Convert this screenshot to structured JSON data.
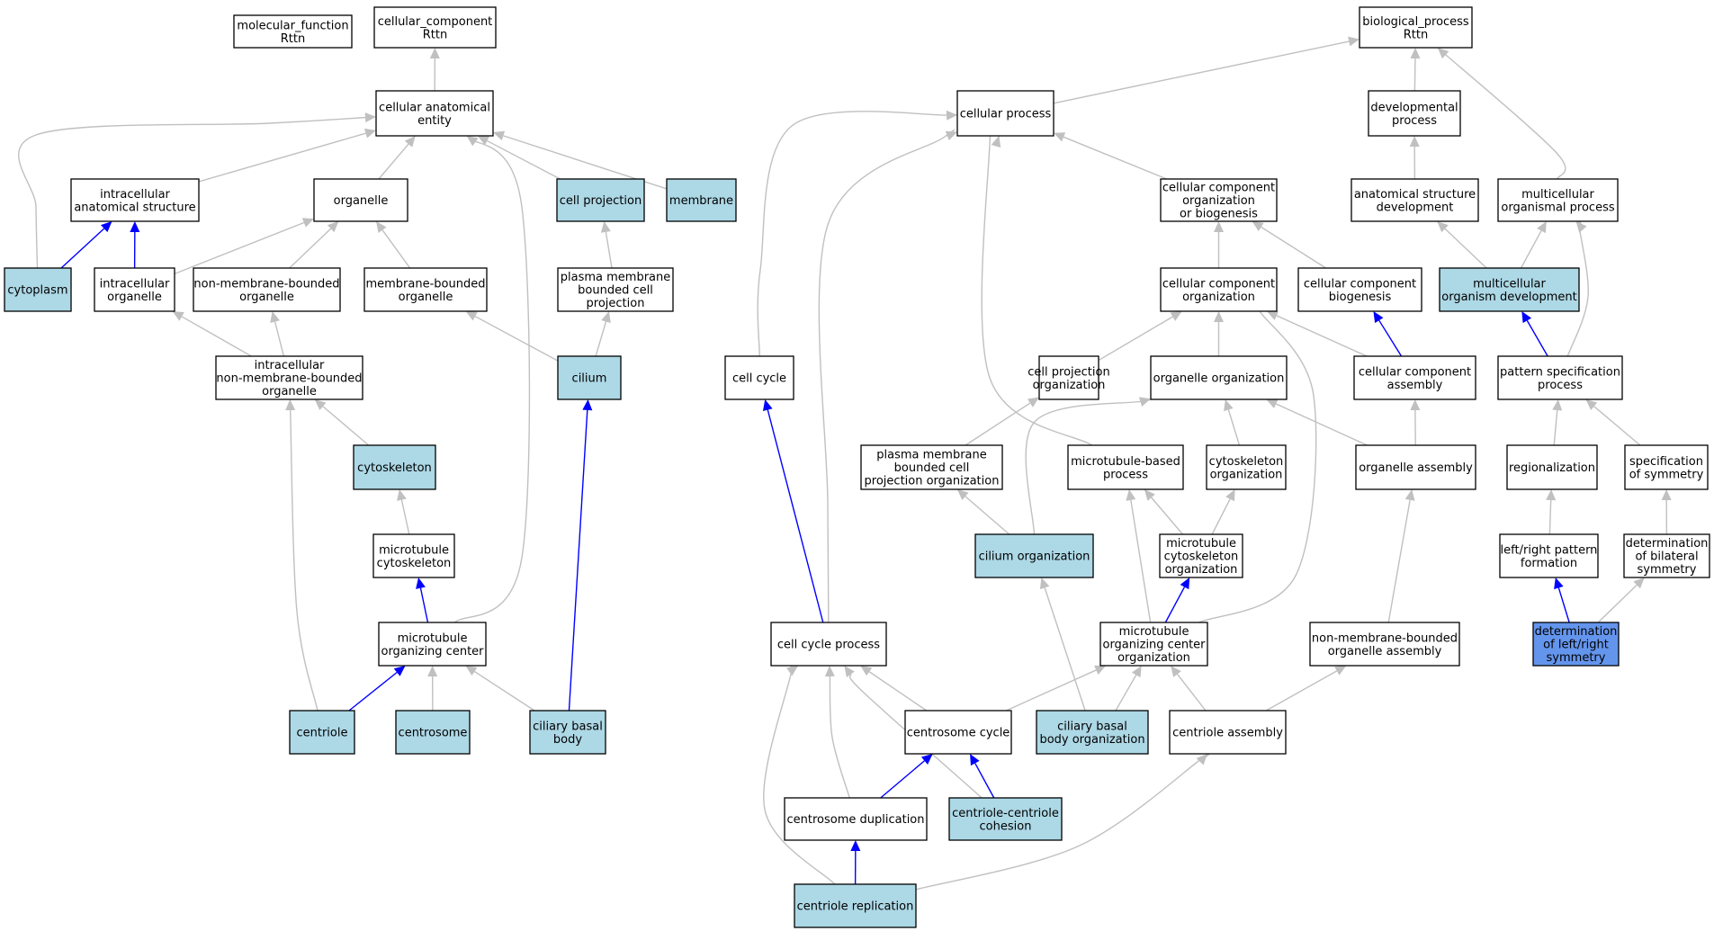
{
  "colors": {
    "white": "#ffffff",
    "light": "#add8e6",
    "query": "#6495ed",
    "is_a": "#c0c0c0",
    "part_of": "#0000ff"
  },
  "nodes": [
    {
      "id": "mf",
      "lines": [
        "molecular_function",
        "Rttn"
      ],
      "fill": "white"
    },
    {
      "id": "cc",
      "lines": [
        "cellular_component",
        "Rttn"
      ],
      "fill": "white"
    },
    {
      "id": "bp",
      "lines": [
        "biological_process",
        "Rttn"
      ],
      "fill": "white"
    },
    {
      "id": "cae",
      "lines": [
        "cellular anatomical",
        "entity"
      ],
      "fill": "white"
    },
    {
      "id": "cellproc",
      "lines": [
        "cellular process"
      ],
      "fill": "white"
    },
    {
      "id": "devproc",
      "lines": [
        "developmental",
        "process"
      ],
      "fill": "white"
    },
    {
      "id": "ias",
      "lines": [
        "intracellular",
        "anatomical structure"
      ],
      "fill": "white"
    },
    {
      "id": "organelle",
      "lines": [
        "organelle"
      ],
      "fill": "white"
    },
    {
      "id": "cellproj",
      "lines": [
        "cell projection"
      ],
      "fill": "light"
    },
    {
      "id": "membrane",
      "lines": [
        "membrane"
      ],
      "fill": "light"
    },
    {
      "id": "ccob",
      "lines": [
        "cellular component",
        "organization",
        "or biogenesis"
      ],
      "fill": "white"
    },
    {
      "id": "asd",
      "lines": [
        "anatomical structure",
        "development"
      ],
      "fill": "white"
    },
    {
      "id": "mop",
      "lines": [
        "multicellular",
        "organismal process"
      ],
      "fill": "white"
    },
    {
      "id": "cytoplasm",
      "lines": [
        "cytoplasm"
      ],
      "fill": "light"
    },
    {
      "id": "intorg",
      "lines": [
        "intracellular",
        "organelle"
      ],
      "fill": "white"
    },
    {
      "id": "nmbo",
      "lines": [
        "non-membrane-bounded",
        "organelle"
      ],
      "fill": "white"
    },
    {
      "id": "mbo",
      "lines": [
        "membrane-bounded",
        "organelle"
      ],
      "fill": "white"
    },
    {
      "id": "pmbcp",
      "lines": [
        "plasma membrane",
        "bounded cell",
        "projection"
      ],
      "fill": "white"
    },
    {
      "id": "cco",
      "lines": [
        "cellular component",
        "organization"
      ],
      "fill": "white"
    },
    {
      "id": "ccb",
      "lines": [
        "cellular component",
        "biogenesis"
      ],
      "fill": "white"
    },
    {
      "id": "mod",
      "lines": [
        "multicellular",
        "organism development"
      ],
      "fill": "light"
    },
    {
      "id": "inmbo",
      "lines": [
        "intracellular",
        "non-membrane-bounded",
        "organelle"
      ],
      "fill": "white"
    },
    {
      "id": "cilium",
      "lines": [
        "cilium"
      ],
      "fill": "light"
    },
    {
      "id": "cellcycle",
      "lines": [
        "cell cycle"
      ],
      "fill": "white"
    },
    {
      "id": "cpo",
      "lines": [
        "cell projection",
        "organization"
      ],
      "fill": "white"
    },
    {
      "id": "orgorg",
      "lines": [
        "organelle organization"
      ],
      "fill": "white"
    },
    {
      "id": "cca",
      "lines": [
        "cellular component",
        "assembly"
      ],
      "fill": "white"
    },
    {
      "id": "psp",
      "lines": [
        "pattern specification",
        "process"
      ],
      "fill": "white"
    },
    {
      "id": "cytoskeleton",
      "lines": [
        "cytoskeleton"
      ],
      "fill": "light"
    },
    {
      "id": "pmbcpo",
      "lines": [
        "plasma membrane",
        "bounded cell",
        "projection organization"
      ],
      "fill": "white"
    },
    {
      "id": "mtbp",
      "lines": [
        "microtubule-based",
        "process"
      ],
      "fill": "white"
    },
    {
      "id": "cytoorg",
      "lines": [
        "cytoskeleton",
        "organization"
      ],
      "fill": "white"
    },
    {
      "id": "orgasm",
      "lines": [
        "organelle assembly"
      ],
      "fill": "white"
    },
    {
      "id": "regional",
      "lines": [
        "regionalization"
      ],
      "fill": "white"
    },
    {
      "id": "specsym",
      "lines": [
        "specification",
        "of symmetry"
      ],
      "fill": "white"
    },
    {
      "id": "mtcyto",
      "lines": [
        "microtubule",
        "cytoskeleton"
      ],
      "fill": "white"
    },
    {
      "id": "ciliumorg",
      "lines": [
        "cilium organization"
      ],
      "fill": "light"
    },
    {
      "id": "mtcytoorg",
      "lines": [
        "microtubule",
        "cytoskeleton",
        "organization"
      ],
      "fill": "white"
    },
    {
      "id": "lrpf",
      "lines": [
        "left/right pattern",
        "formation"
      ],
      "fill": "white"
    },
    {
      "id": "dbs",
      "lines": [
        "determination",
        "of bilateral",
        "symmetry"
      ],
      "fill": "white"
    },
    {
      "id": "mtoc",
      "lines": [
        "microtubule",
        "organizing center"
      ],
      "fill": "white"
    },
    {
      "id": "ccp",
      "lines": [
        "cell cycle process"
      ],
      "fill": "white"
    },
    {
      "id": "mtocorg",
      "lines": [
        "microtubule",
        "organizing center",
        "organization"
      ],
      "fill": "white"
    },
    {
      "id": "nmboa",
      "lines": [
        "non-membrane-bounded",
        "organelle assembly"
      ],
      "fill": "white"
    },
    {
      "id": "dlrs",
      "lines": [
        "determination",
        "of left/right",
        "symmetry"
      ],
      "fill": "query"
    },
    {
      "id": "centriole",
      "lines": [
        "centriole"
      ],
      "fill": "light"
    },
    {
      "id": "centrosome",
      "lines": [
        "centrosome"
      ],
      "fill": "light"
    },
    {
      "id": "cbb",
      "lines": [
        "ciliary basal",
        "body"
      ],
      "fill": "light"
    },
    {
      "id": "centcycle",
      "lines": [
        "centrosome cycle"
      ],
      "fill": "white"
    },
    {
      "id": "cbbo",
      "lines": [
        "ciliary basal",
        "body organization"
      ],
      "fill": "light"
    },
    {
      "id": "centasm",
      "lines": [
        "centriole assembly"
      ],
      "fill": "white"
    },
    {
      "id": "centdup",
      "lines": [
        "centrosome duplication"
      ],
      "fill": "white"
    },
    {
      "id": "ccc",
      "lines": [
        "centriole-centriole",
        "cohesion"
      ],
      "fill": "light"
    },
    {
      "id": "centrep",
      "lines": [
        "centriole replication"
      ],
      "fill": "light"
    }
  ],
  "edges": [
    {
      "from": "cae",
      "to": "cc",
      "type": "is_a"
    },
    {
      "from": "cellproc",
      "to": "bp",
      "type": "is_a"
    },
    {
      "from": "devproc",
      "to": "bp",
      "type": "is_a"
    },
    {
      "from": "mop",
      "to": "bp",
      "type": "is_a"
    },
    {
      "from": "ias",
      "to": "cae",
      "type": "is_a"
    },
    {
      "from": "organelle",
      "to": "cae",
      "type": "is_a"
    },
    {
      "from": "cellproj",
      "to": "cae",
      "type": "is_a"
    },
    {
      "from": "membrane",
      "to": "cae",
      "type": "is_a"
    },
    {
      "from": "cytoplasm",
      "to": "cae",
      "type": "is_a"
    },
    {
      "from": "mtoc",
      "to": "cae",
      "type": "is_a"
    },
    {
      "from": "ccob",
      "to": "cellproc",
      "type": "is_a"
    },
    {
      "from": "cellcycle",
      "to": "cellproc",
      "type": "is_a"
    },
    {
      "from": "ccp",
      "to": "cellproc",
      "type": "is_a"
    },
    {
      "from": "mtbp",
      "to": "cellproc",
      "type": "is_a"
    },
    {
      "from": "asd",
      "to": "devproc",
      "type": "is_a"
    },
    {
      "from": "cytoplasm",
      "to": "ias",
      "type": "part_of"
    },
    {
      "from": "intorg",
      "to": "ias",
      "type": "part_of"
    },
    {
      "from": "intorg",
      "to": "organelle",
      "type": "is_a"
    },
    {
      "from": "nmbo",
      "to": "organelle",
      "type": "is_a"
    },
    {
      "from": "mbo",
      "to": "organelle",
      "type": "is_a"
    },
    {
      "from": "pmbcp",
      "to": "cellproj",
      "type": "is_a"
    },
    {
      "from": "cco",
      "to": "ccob",
      "type": "is_a"
    },
    {
      "from": "ccb",
      "to": "ccob",
      "type": "is_a"
    },
    {
      "from": "mod",
      "to": "asd",
      "type": "is_a"
    },
    {
      "from": "mod",
      "to": "mop",
      "type": "is_a"
    },
    {
      "from": "psp",
      "to": "mop",
      "type": "is_a"
    },
    {
      "from": "inmbo",
      "to": "intorg",
      "type": "is_a"
    },
    {
      "from": "inmbo",
      "to": "nmbo",
      "type": "is_a"
    },
    {
      "from": "cilium",
      "to": "mbo",
      "type": "is_a"
    },
    {
      "from": "cilium",
      "to": "pmbcp",
      "type": "is_a"
    },
    {
      "from": "cpo",
      "to": "cco",
      "type": "is_a"
    },
    {
      "from": "orgorg",
      "to": "cco",
      "type": "is_a"
    },
    {
      "from": "cca",
      "to": "cco",
      "type": "is_a"
    },
    {
      "from": "mtocorg",
      "to": "cco",
      "type": "is_a"
    },
    {
      "from": "cca",
      "to": "ccb",
      "type": "part_of"
    },
    {
      "from": "psp",
      "to": "mod",
      "type": "part_of"
    },
    {
      "from": "cytoskeleton",
      "to": "inmbo",
      "type": "is_a"
    },
    {
      "from": "centriole",
      "to": "inmbo",
      "type": "is_a"
    },
    {
      "from": "cbb",
      "to": "cilium",
      "type": "part_of"
    },
    {
      "from": "ccp",
      "to": "cellcycle",
      "type": "part_of"
    },
    {
      "from": "pmbcpo",
      "to": "cpo",
      "type": "is_a"
    },
    {
      "from": "ciliumorg",
      "to": "orgorg",
      "type": "is_a"
    },
    {
      "from": "cytoorg",
      "to": "orgorg",
      "type": "is_a"
    },
    {
      "from": "orgasm",
      "to": "orgorg",
      "type": "is_a"
    },
    {
      "from": "orgasm",
      "to": "cca",
      "type": "is_a"
    },
    {
      "from": "regional",
      "to": "psp",
      "type": "is_a"
    },
    {
      "from": "specsym",
      "to": "psp",
      "type": "is_a"
    },
    {
      "from": "mtcyto",
      "to": "cytoskeleton",
      "type": "is_a"
    },
    {
      "from": "ciliumorg",
      "to": "pmbcpo",
      "type": "is_a"
    },
    {
      "from": "mtcytoorg",
      "to": "mtbp",
      "type": "is_a"
    },
    {
      "from": "mtocorg",
      "to": "mtbp",
      "type": "is_a"
    },
    {
      "from": "mtcytoorg",
      "to": "cytoorg",
      "type": "is_a"
    },
    {
      "from": "nmboa",
      "to": "orgasm",
      "type": "is_a"
    },
    {
      "from": "lrpf",
      "to": "regional",
      "type": "is_a"
    },
    {
      "from": "dbs",
      "to": "specsym",
      "type": "is_a"
    },
    {
      "from": "mtoc",
      "to": "mtcyto",
      "type": "part_of"
    },
    {
      "from": "cbbo",
      "to": "ciliumorg",
      "type": "is_a"
    },
    {
      "from": "mtocorg",
      "to": "mtcytoorg",
      "type": "part_of"
    },
    {
      "from": "dlrs",
      "to": "lrpf",
      "type": "part_of"
    },
    {
      "from": "dlrs",
      "to": "dbs",
      "type": "is_a"
    },
    {
      "from": "centriole",
      "to": "mtoc",
      "type": "part_of"
    },
    {
      "from": "centrosome",
      "to": "mtoc",
      "type": "is_a"
    },
    {
      "from": "cbb",
      "to": "mtoc",
      "type": "is_a"
    },
    {
      "from": "centcycle",
      "to": "ccp",
      "type": "is_a"
    },
    {
      "from": "centdup",
      "to": "ccp",
      "type": "is_a"
    },
    {
      "from": "ccc",
      "to": "ccp",
      "type": "is_a"
    },
    {
      "from": "centrep",
      "to": "ccp",
      "type": "is_a"
    },
    {
      "from": "centcycle",
      "to": "mtocorg",
      "type": "is_a"
    },
    {
      "from": "cbbo",
      "to": "mtocorg",
      "type": "is_a"
    },
    {
      "from": "centasm",
      "to": "mtocorg",
      "type": "is_a"
    },
    {
      "from": "centasm",
      "to": "nmboa",
      "type": "is_a"
    },
    {
      "from": "centdup",
      "to": "centcycle",
      "type": "part_of"
    },
    {
      "from": "ccc",
      "to": "centcycle",
      "type": "part_of"
    },
    {
      "from": "centrep",
      "to": "centdup",
      "type": "part_of"
    },
    {
      "from": "centrep",
      "to": "centasm",
      "type": "is_a"
    }
  ]
}
